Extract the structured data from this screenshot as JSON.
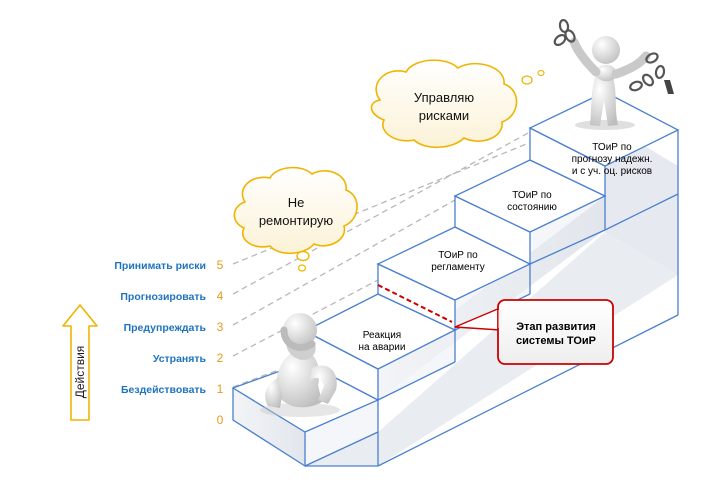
{
  "axis": {
    "title": "Действия",
    "levels": [
      {
        "number": "0",
        "label": ""
      },
      {
        "number": "1",
        "label": "Бездействовать"
      },
      {
        "number": "2",
        "label": "Устранять"
      },
      {
        "number": "3",
        "label": "Предупреждать"
      },
      {
        "number": "4",
        "label": "Прогнозировать"
      },
      {
        "number": "5",
        "label": "Принимать риски"
      }
    ]
  },
  "steps": [
    {
      "level": 1,
      "lines": [
        "Реакция",
        "на аварии"
      ]
    },
    {
      "level": 2,
      "lines": [
        "ТОиР по",
        "регламенту"
      ]
    },
    {
      "level": 3,
      "lines": [
        "ТОиР по",
        "состоянию"
      ]
    },
    {
      "level": 4,
      "lines": [
        "ТОиР  по",
        "прогнозу надежн.",
        "и с уч. оц. рисков"
      ]
    }
  ],
  "bubbles": {
    "low": {
      "lines": [
        "Не",
        "ремонтирую"
      ]
    },
    "high": {
      "lines": [
        "Управляю",
        "рисками"
      ]
    }
  },
  "callout": {
    "lines": [
      "Этап развития",
      "системы ТОиР"
    ]
  },
  "colors": {
    "axis_blue": "#1e73be",
    "level_orange": "#e69a1c",
    "stair_line": "#4a7fd0",
    "dashed_red": "#cc0000",
    "callout_border": "#cc0000",
    "bubble_border": "#f0b400",
    "arrow_border": "#f0b400"
  },
  "icons": [
    "sitting-figure-icon",
    "chain-breaking-figure-icon",
    "up-arrow-icon"
  ]
}
